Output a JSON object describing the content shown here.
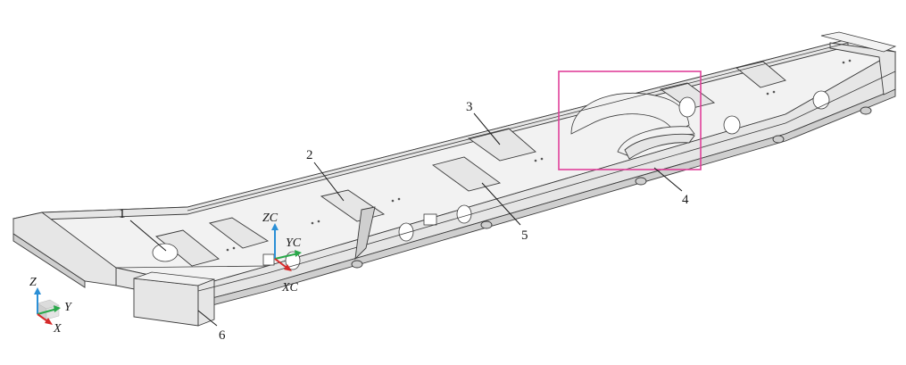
{
  "callouts": [
    {
      "id": "1",
      "label": "1"
    },
    {
      "id": "2",
      "label": "2"
    },
    {
      "id": "3",
      "label": "3"
    },
    {
      "id": "4",
      "label": "4"
    },
    {
      "id": "5",
      "label": "5"
    },
    {
      "id": "6",
      "label": "6"
    }
  ],
  "local_axes": {
    "z": "ZC",
    "y": "YC",
    "x": "XC"
  },
  "global_axes": {
    "z": "Z",
    "y": "Y",
    "x": "X"
  },
  "colors": {
    "highlight_box": "#e0409a",
    "axis_z": "#2a8fd6",
    "axis_y": "#2aa84a",
    "axis_x": "#d62a2a",
    "steel": "#e6e6e6"
  }
}
